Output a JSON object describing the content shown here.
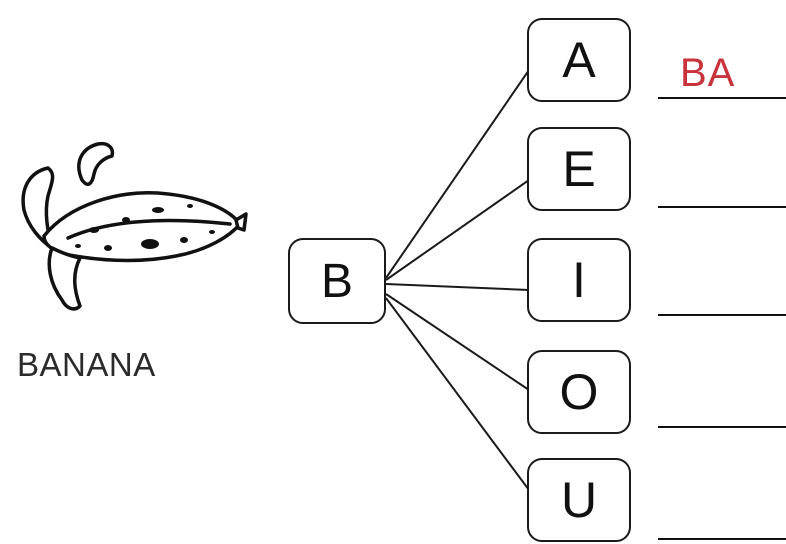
{
  "word": {
    "caption": "BANANA"
  },
  "consonant": "B",
  "vowels": [
    "A",
    "E",
    "I",
    "O",
    "U"
  ],
  "syllables": [
    "BA",
    "",
    "",
    "",
    ""
  ],
  "colors": {
    "answer": "#c8323b",
    "ink": "#111111"
  },
  "icon": "banana-icon"
}
